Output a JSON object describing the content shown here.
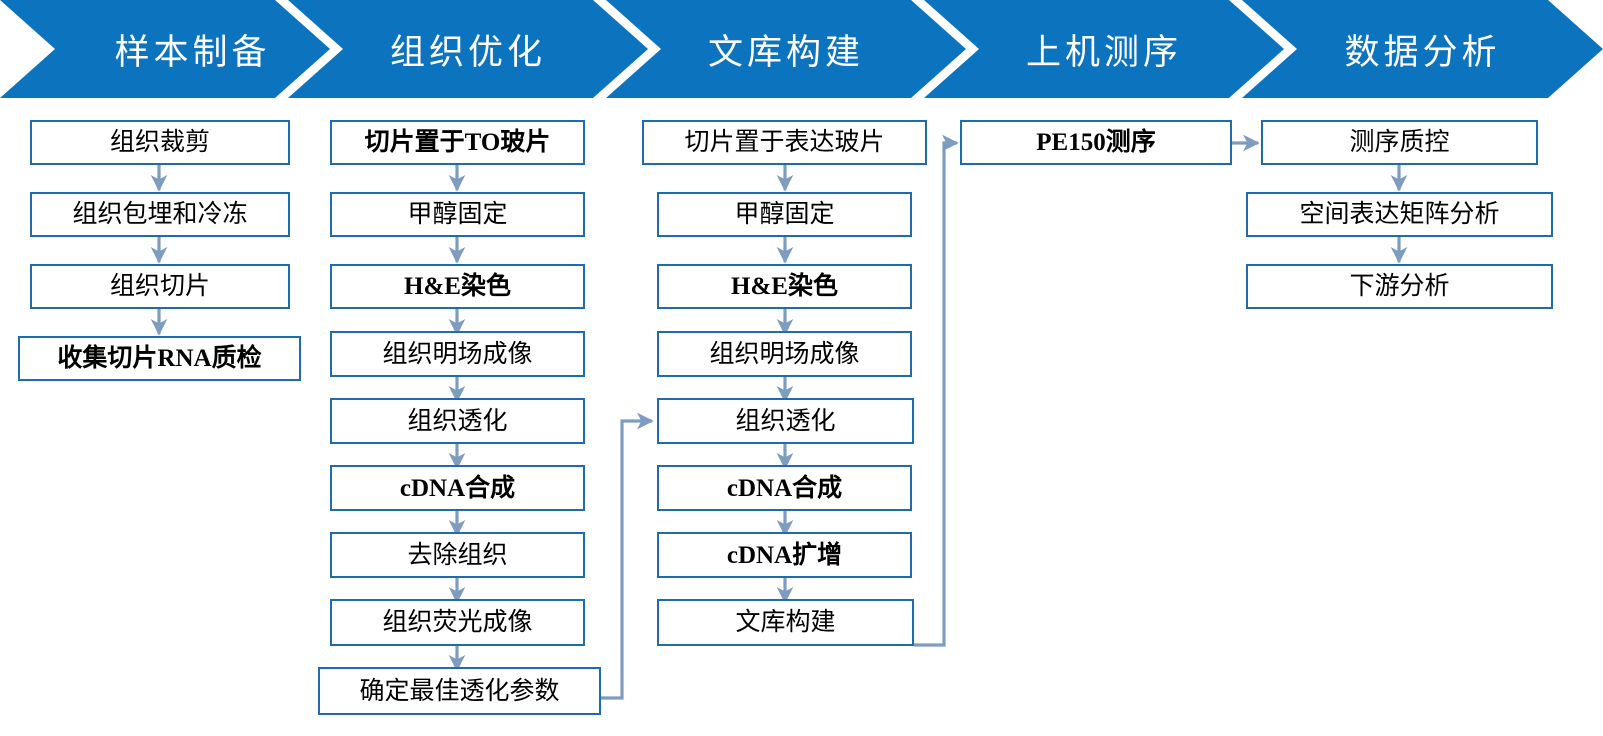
{
  "banner": {
    "segments": [
      {
        "label": "样本制备"
      },
      {
        "label": "组织优化"
      },
      {
        "label": "文库构建"
      },
      {
        "label": "上机测序"
      },
      {
        "label": "数据分析"
      }
    ],
    "color": "#0C73BE",
    "text_color": "#FFFFFF"
  },
  "colors": {
    "node_border": "#1F6CAC",
    "node_fill": "#FFFFFF",
    "arrow": "#7E9CBF",
    "banner_blue": "#0C73BE"
  },
  "columns": [
    {
      "name": "sample-preparation",
      "nodes": [
        {
          "label": "组织裁剪",
          "bold": false
        },
        {
          "label": "组织包埋和冷冻",
          "bold": false
        },
        {
          "label": "组织切片",
          "bold": false
        },
        {
          "label": "收集切片RNA质检",
          "bold": true
        }
      ]
    },
    {
      "name": "tissue-optimization",
      "nodes": [
        {
          "label": "切片置于TO玻片",
          "bold": true
        },
        {
          "label": "甲醇固定",
          "bold": false
        },
        {
          "label": "H&E染色",
          "bold": true
        },
        {
          "label": "组织明场成像",
          "bold": false
        },
        {
          "label": "组织透化",
          "bold": false
        },
        {
          "label": "cDNA合成",
          "bold": true
        },
        {
          "label": "去除组织",
          "bold": false
        },
        {
          "label": "组织荧光成像",
          "bold": false
        },
        {
          "label": "确定最佳透化参数",
          "bold": false
        }
      ]
    },
    {
      "name": "library-construction",
      "nodes": [
        {
          "label": "切片置于表达玻片",
          "bold": false
        },
        {
          "label": "甲醇固定",
          "bold": false
        },
        {
          "label": "H&E染色",
          "bold": true
        },
        {
          "label": "组织明场成像",
          "bold": false
        },
        {
          "label": "组织透化",
          "bold": false
        },
        {
          "label": "cDNA合成",
          "bold": true
        },
        {
          "label": "cDNA扩增",
          "bold": true
        },
        {
          "label": "文库构建",
          "bold": false
        }
      ]
    },
    {
      "name": "sequencing",
      "nodes": [
        {
          "label": "PE150测序",
          "bold": true
        }
      ]
    },
    {
      "name": "data-analysis",
      "nodes": [
        {
          "label": "测序质控",
          "bold": false
        },
        {
          "label": "空间表达矩阵分析",
          "bold": false
        },
        {
          "label": "下游分析",
          "bold": false
        }
      ]
    }
  ]
}
